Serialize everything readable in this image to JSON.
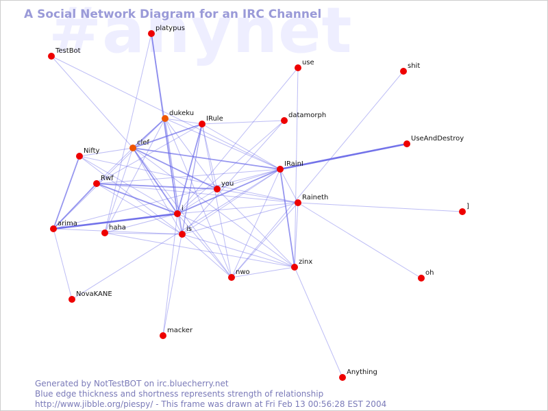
{
  "watermark": "#anynet",
  "title": "A Social Network Diagram for an IRC Channel",
  "footer": {
    "line1": "Generated by NotTestBOT on irc.bluecherry.net",
    "line2": "Blue edge thickness and shortness represents strength of relationship",
    "line3": "http://www.jibble.org/piespy/ - This frame was drawn at Fri Feb 13 00:56:28 EST 2004"
  },
  "colors": {
    "node": "#ee0000",
    "node_highlight": "#ee5500",
    "edge": "#6a6ae8",
    "title": "#9a9ad8",
    "footer": "#7a7ab8"
  },
  "nodes": [
    {
      "id": "platypus",
      "label": "platypus",
      "color": "#ee0000"
    },
    {
      "id": "TestBot",
      "label": "TestBot",
      "color": "#ee0000"
    },
    {
      "id": "use",
      "label": "use",
      "color": "#ee0000"
    },
    {
      "id": "shit",
      "label": "shit",
      "color": "#ee0000"
    },
    {
      "id": "dukeku",
      "label": "dukeku",
      "color": "#ee5500"
    },
    {
      "id": "IRule",
      "label": "IRule",
      "color": "#ee0000"
    },
    {
      "id": "datamorph",
      "label": "datamorph",
      "color": "#ee0000"
    },
    {
      "id": "UseAndDestroy",
      "label": "UseAndDestroy",
      "color": "#ee0000"
    },
    {
      "id": "clef",
      "label": "clef",
      "color": "#ee5500"
    },
    {
      "id": "Nifty",
      "label": "Nifty",
      "color": "#ee0000"
    },
    {
      "id": "IRainI",
      "label": "IRainI",
      "color": "#ee0000"
    },
    {
      "id": "Rwf",
      "label": "Rwf",
      "color": "#ee0000"
    },
    {
      "id": "you",
      "label": "you",
      "color": "#ee0000"
    },
    {
      "id": "Raineth",
      "label": "Raineth",
      "color": "#ee0000"
    },
    {
      "id": "]",
      "label": "]",
      "color": "#ee0000"
    },
    {
      "id": "i",
      "label": "i",
      "color": "#ee0000"
    },
    {
      "id": "arima",
      "label": "arima",
      "color": "#ee0000"
    },
    {
      "id": "haha",
      "label": "haha",
      "color": "#ee0000"
    },
    {
      "id": "is",
      "label": "is",
      "color": "#ee0000"
    },
    {
      "id": "zinx",
      "label": "zinx",
      "color": "#ee0000"
    },
    {
      "id": "nwo",
      "label": "nwo",
      "color": "#ee0000"
    },
    {
      "id": "oh",
      "label": "oh",
      "color": "#ee0000"
    },
    {
      "id": "NovaKANE",
      "label": "NovaKANE",
      "color": "#ee0000"
    },
    {
      "id": "macker",
      "label": "macker",
      "color": "#ee0000"
    },
    {
      "id": "Anything",
      "label": "Anything",
      "color": "#ee0000"
    }
  ],
  "edges": [
    [
      "IRainI",
      "UseAndDestroy",
      3
    ],
    [
      "i",
      "arima",
      3
    ],
    [
      "clef",
      "i",
      2
    ],
    [
      "dukeku",
      "clef",
      2
    ],
    [
      "IRule",
      "i",
      2
    ],
    [
      "IRainI",
      "i",
      2
    ],
    [
      "IRainI",
      "zinx",
      2
    ],
    [
      "Rwf",
      "arima",
      2
    ],
    [
      "Nifty",
      "arima",
      2
    ],
    [
      "platypus",
      "i",
      2
    ],
    [
      "clef",
      "IRainI",
      2
    ],
    [
      "IRule",
      "clef",
      2
    ],
    [
      "Rwf",
      "you",
      2
    ],
    [
      "Rwf",
      "i",
      2
    ],
    [
      "clef",
      "you",
      2
    ],
    [
      "TestBot",
      "IRainI",
      1
    ],
    [
      "TestBot",
      "clef",
      1
    ],
    [
      "dukeku",
      "IRule",
      1
    ],
    [
      "dukeku",
      "you",
      1
    ],
    [
      "dukeku",
      "is",
      1
    ],
    [
      "dukeku",
      "haha",
      1
    ],
    [
      "dukeku",
      "arima",
      1
    ],
    [
      "dukeku",
      "IRainI",
      1
    ],
    [
      "dukeku",
      "nwo",
      1
    ],
    [
      "IRule",
      "datamorph",
      1
    ],
    [
      "IRule",
      "IRainI",
      1
    ],
    [
      "IRule",
      "is",
      1
    ],
    [
      "IRule",
      "you",
      1
    ],
    [
      "IRule",
      "nwo",
      1
    ],
    [
      "IRule",
      "macker",
      1
    ],
    [
      "datamorph",
      "i",
      1
    ],
    [
      "datamorph",
      "is",
      1
    ],
    [
      "clef",
      "Nifty",
      1
    ],
    [
      "clef",
      "Rwf",
      1
    ],
    [
      "clef",
      "haha",
      1
    ],
    [
      "clef",
      "zinx",
      1
    ],
    [
      "clef",
      "nwo",
      1
    ],
    [
      "clef",
      "is",
      1
    ],
    [
      "Nifty",
      "Raineth",
      1
    ],
    [
      "Nifty",
      "i",
      1
    ],
    [
      "Nifty",
      "is",
      1
    ],
    [
      "Rwf",
      "is",
      1
    ],
    [
      "Rwf",
      "Raineth",
      1
    ],
    [
      "IRainI",
      "you",
      1
    ],
    [
      "IRainI",
      "is",
      1
    ],
    [
      "IRainI",
      "Raineth",
      1
    ],
    [
      "IRainI",
      "nwo",
      1
    ],
    [
      "IRainI",
      "Rwf",
      1
    ],
    [
      "IRainI",
      "arima",
      1
    ],
    [
      "IRainI",
      "NovaKANE",
      1
    ],
    [
      "you",
      "i",
      1
    ],
    [
      "you",
      "zinx",
      1
    ],
    [
      "you",
      "Raineth",
      1
    ],
    [
      "Raineth",
      "]",
      1
    ],
    [
      "Raineth",
      "oh",
      1
    ],
    [
      "Raineth",
      "zinx",
      1
    ],
    [
      "Raineth",
      "i",
      1
    ],
    [
      "Raineth",
      "is",
      1
    ],
    [
      "Raineth",
      "nwo",
      1
    ],
    [
      "i",
      "is",
      1
    ],
    [
      "i",
      "zinx",
      1
    ],
    [
      "i",
      "nwo",
      1
    ],
    [
      "i",
      "haha",
      1
    ],
    [
      "arima",
      "is",
      1
    ],
    [
      "arima",
      "NovaKANE",
      1
    ],
    [
      "haha",
      "is",
      1
    ],
    [
      "haha",
      "zinx",
      1
    ],
    [
      "is",
      "nwo",
      1
    ],
    [
      "is",
      "zinx",
      1
    ],
    [
      "nwo",
      "zinx",
      1
    ],
    [
      "zinx",
      "Anything",
      1
    ],
    [
      "use",
      "zinx",
      1
    ],
    [
      "use",
      "i",
      1
    ],
    [
      "shit",
      "nwo",
      1
    ],
    [
      "platypus",
      "haha",
      1
    ],
    [
      "platypus",
      "is",
      1
    ],
    [
      "macker",
      "i",
      1
    ],
    [
      "Rwf",
      "IRule",
      1
    ]
  ]
}
